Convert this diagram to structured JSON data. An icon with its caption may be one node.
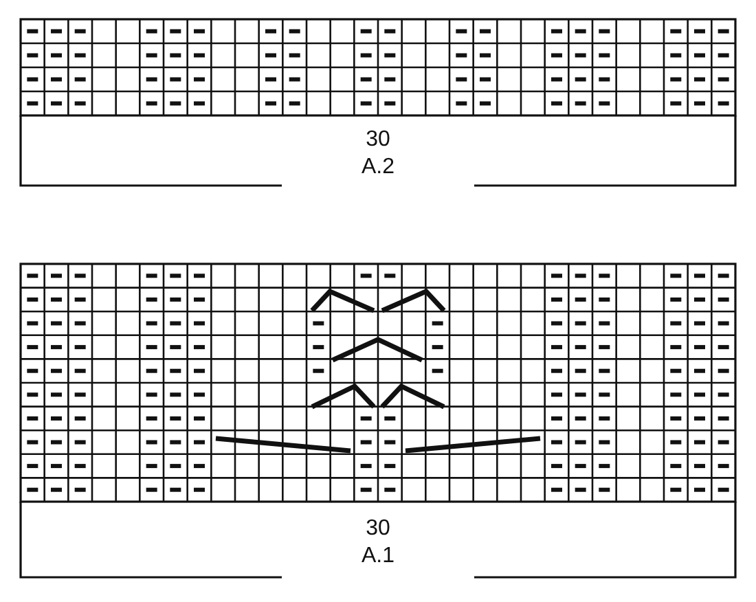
{
  "diagram": {
    "labels": [
      "30",
      "A.2",
      "30",
      "A.1"
    ]
  }
}
